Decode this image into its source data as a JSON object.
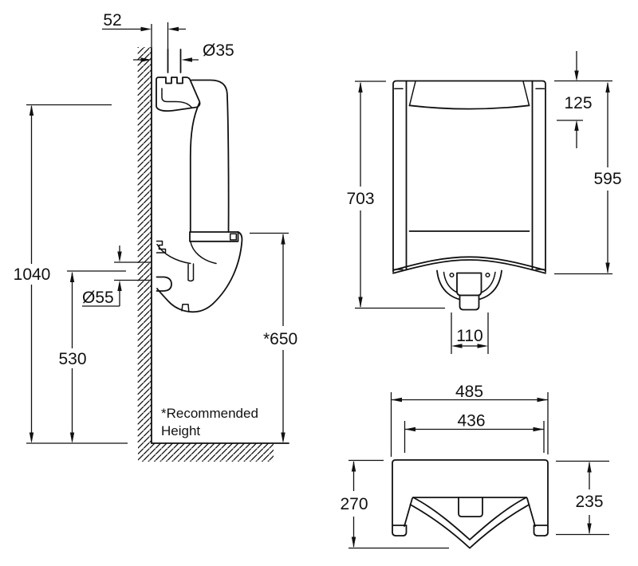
{
  "document": {
    "type": "technical installation dimension drawing",
    "subject": "wall-hung urinal",
    "units": "mm"
  },
  "palette": {
    "line": "#111111",
    "background": "#ffffff"
  },
  "side_view": {
    "label_wall_offset": "52",
    "label_inlet_diameter": "Ø35",
    "label_overall_height": "1040",
    "label_outlet_diameter": "Ø55",
    "label_outlet_height": "530",
    "label_rim_height": "*650",
    "note_line1": "*Recommended",
    "note_line2": "Height"
  },
  "front_view": {
    "label_height": "703",
    "label_top_inset": "125",
    "label_side_height": "595",
    "label_outlet_width": "110"
  },
  "plan_view": {
    "label_overall_width": "485",
    "label_inner_width": "436",
    "label_overall_depth": "270",
    "label_side_depth": "235"
  }
}
